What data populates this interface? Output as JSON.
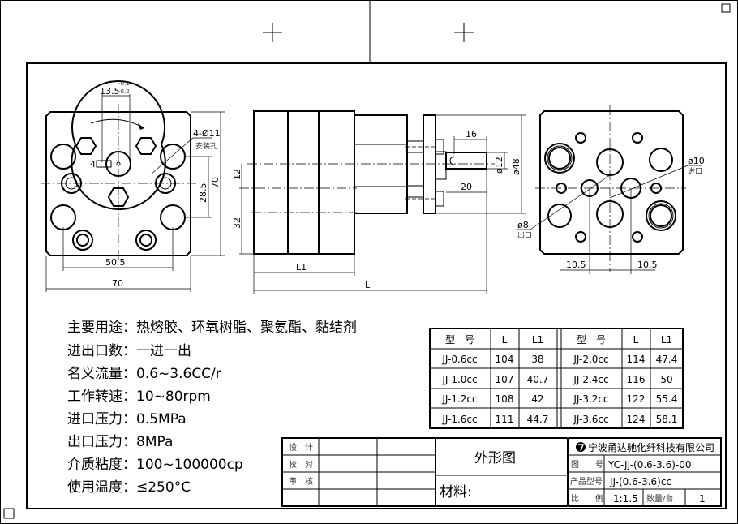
{
  "drawing": {
    "front_view": {
      "dim_top": "13.5",
      "tol_upper": "-0.1",
      "tol_lower": "-0.2",
      "key_width": "4",
      "holes_label": "4-Ø11",
      "holes_note": "安装孔",
      "dim_28_5": "28.5",
      "dim_height": "70",
      "dim_50_5": "50.5",
      "dim_width": "70"
    },
    "side_view": {
      "dim_12": "12",
      "dim_32": "32",
      "dim_L1": "L1",
      "dim_L": "L",
      "dim_16": "16",
      "dim_20": "20",
      "dim_d12": "ø12",
      "dim_d48": "ø48"
    },
    "rear_view": {
      "inlet_dia": "ø10",
      "inlet_label": "进口",
      "outlet_dia": "ø8",
      "outlet_label": "出口",
      "dim_left": "10.5",
      "dim_right": "10.5"
    }
  },
  "specs": [
    "主要用途：热熔胶、环氧树脂、聚氨酯、黏结剂",
    "进出口数：一进一出",
    "名义流量：0.6~3.6CC/r",
    "工作转速：10~80rpm",
    "进口压力：0.5MPa",
    "出口压力：8MPa",
    "介质粘度：100~100000cp",
    "使用温度：≤250°C"
  ],
  "model_table": {
    "headers": [
      "型　号",
      "L",
      "L1",
      "型　号",
      "L",
      "L1"
    ],
    "rows": [
      [
        "JJ-0.6cc",
        "104",
        "38",
        "JJ-2.0cc",
        "114",
        "47.4"
      ],
      [
        "JJ-1.0cc",
        "107",
        "40.7",
        "JJ-2.4cc",
        "116",
        "50"
      ],
      [
        "JJ-1.2cc",
        "108",
        "42",
        "JJ-3.2cc",
        "122",
        "55.4"
      ],
      [
        "JJ-1.6cc",
        "111",
        "44.7",
        "JJ-3.6cc",
        "124",
        "58.1"
      ]
    ]
  },
  "title_block": {
    "design": "设　计",
    "check": "校　对",
    "review": "审　核",
    "drawing_name": "外形图",
    "material": "材料:",
    "company": "宁波甬达驰化纤科技有限公司",
    "drawing_no_label": "图　　号",
    "drawing_no": "YC-JJ-(0.6-3.6)-00",
    "model_label": "产品型号",
    "model": "JJ-(0.6-3.6)cc",
    "scale_label": "比　　例",
    "scale": "1:1.5",
    "qty_label": "数量/台",
    "qty": "1"
  }
}
